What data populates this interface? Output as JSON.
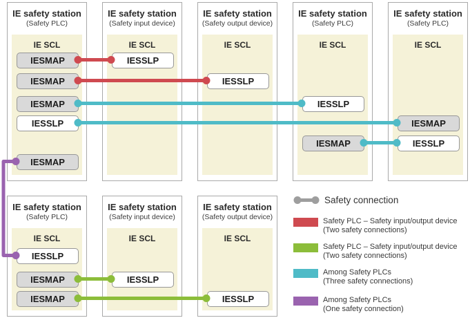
{
  "colors": {
    "red": "#cf4a50",
    "green": "#8cbd3a",
    "teal": "#4fbbc7",
    "purple": "#9a63af",
    "gray": "#9e9e9e",
    "panel_yellow": "#f5f2d8",
    "block_gray": "#d9d9d9"
  },
  "stations": [
    {
      "title": "IE safety station",
      "subtitle": "(Safety PLC)",
      "scl": "IE SCL",
      "blocks": [
        {
          "label": "IESMAP"
        },
        {
          "label": "IESMAP"
        },
        {
          "label": "IESMAP"
        },
        {
          "label": "IESSLP"
        },
        {
          "label": "IESMAP"
        }
      ]
    },
    {
      "title": "IE safety station",
      "subtitle": "(Safety input device)",
      "scl": "IE SCL",
      "blocks": [
        {
          "label": "IESSLP"
        }
      ]
    },
    {
      "title": "IE safety station",
      "subtitle": "(Safety output device)",
      "scl": "IE SCL",
      "blocks": [
        {
          "label": "IESSLP"
        }
      ]
    },
    {
      "title": "IE safety station",
      "subtitle": "(Safety PLC)",
      "scl": "IE SCL",
      "blocks": [
        {
          "label": "IESSLP"
        },
        {
          "label": "IESMAP"
        }
      ]
    },
    {
      "title": "IE safety station",
      "subtitle": "(Safety PLC)",
      "scl": "IE SCL",
      "blocks": [
        {
          "label": "IESMAP"
        },
        {
          "label": "IESSLP"
        }
      ]
    },
    {
      "title": "IE safety station",
      "subtitle": "(Safety PLC)",
      "scl": "IE SCL",
      "blocks": [
        {
          "label": "IESSLP"
        },
        {
          "label": "IESMAP"
        },
        {
          "label": "IESMAP"
        }
      ]
    },
    {
      "title": "IE safety station",
      "subtitle": "(Safety input device)",
      "scl": "IE SCL",
      "blocks": [
        {
          "label": "IESSLP"
        }
      ]
    },
    {
      "title": "IE safety station",
      "subtitle": "(Safety output device)",
      "scl": "IE SCL",
      "blocks": [
        {
          "label": "IESSLP"
        }
      ]
    }
  ],
  "legend": {
    "connection_label": "Safety connection",
    "items": [
      {
        "name": "red",
        "line1": "Safety PLC – Safety input/output device",
        "line2": "(Two safety connections)"
      },
      {
        "name": "green",
        "line1": "Safety PLC – Safety input/output device",
        "line2": "(Two safety connections)"
      },
      {
        "name": "teal",
        "line1": "Among Safety PLCs",
        "line2": "(Three safety connections)"
      },
      {
        "name": "purple",
        "line1": "Among Safety PLCs",
        "line2": "(One safety connection)"
      }
    ]
  }
}
